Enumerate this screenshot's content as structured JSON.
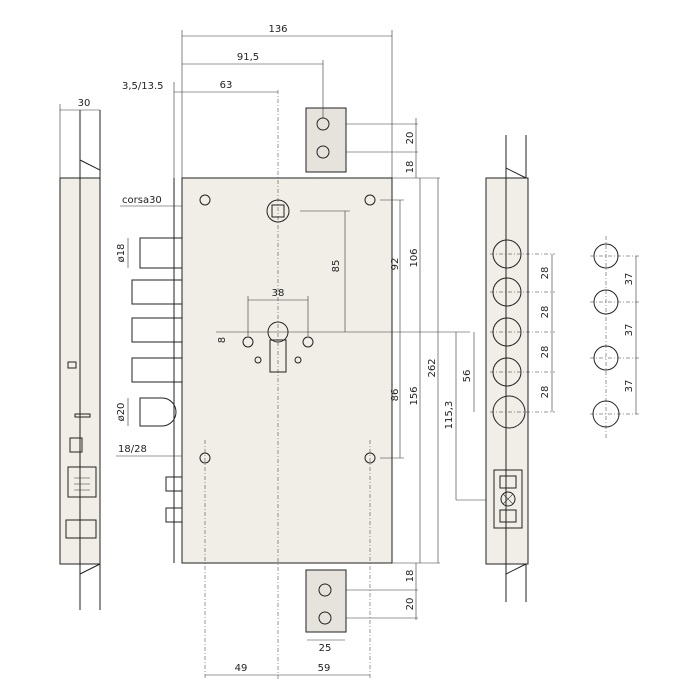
{
  "dimensions": {
    "d136": "136",
    "d91_5": "91,5",
    "d3_5_13_5": "3,5/13.5",
    "d63": "63",
    "d30": "30",
    "corsa": "corsa30",
    "dia18": "ø18",
    "dia20": "ø20",
    "d18_28": "18/28",
    "d20_top": "20",
    "d18_top": "18",
    "d85": "85",
    "d92": "92",
    "d106": "106",
    "d38": "38",
    "d8": "8",
    "d262": "262",
    "d56": "56",
    "d115_3": "115,3",
    "d86": "86",
    "d156": "156",
    "d28_1": "28",
    "d28_2": "28",
    "d28_3": "28",
    "d28_4": "28",
    "d37_1": "37",
    "d37_2": "37",
    "d37_3": "37",
    "d18_bottom": "18",
    "d20_bottom": "20",
    "d25": "25",
    "d49": "49",
    "d59": "59"
  }
}
